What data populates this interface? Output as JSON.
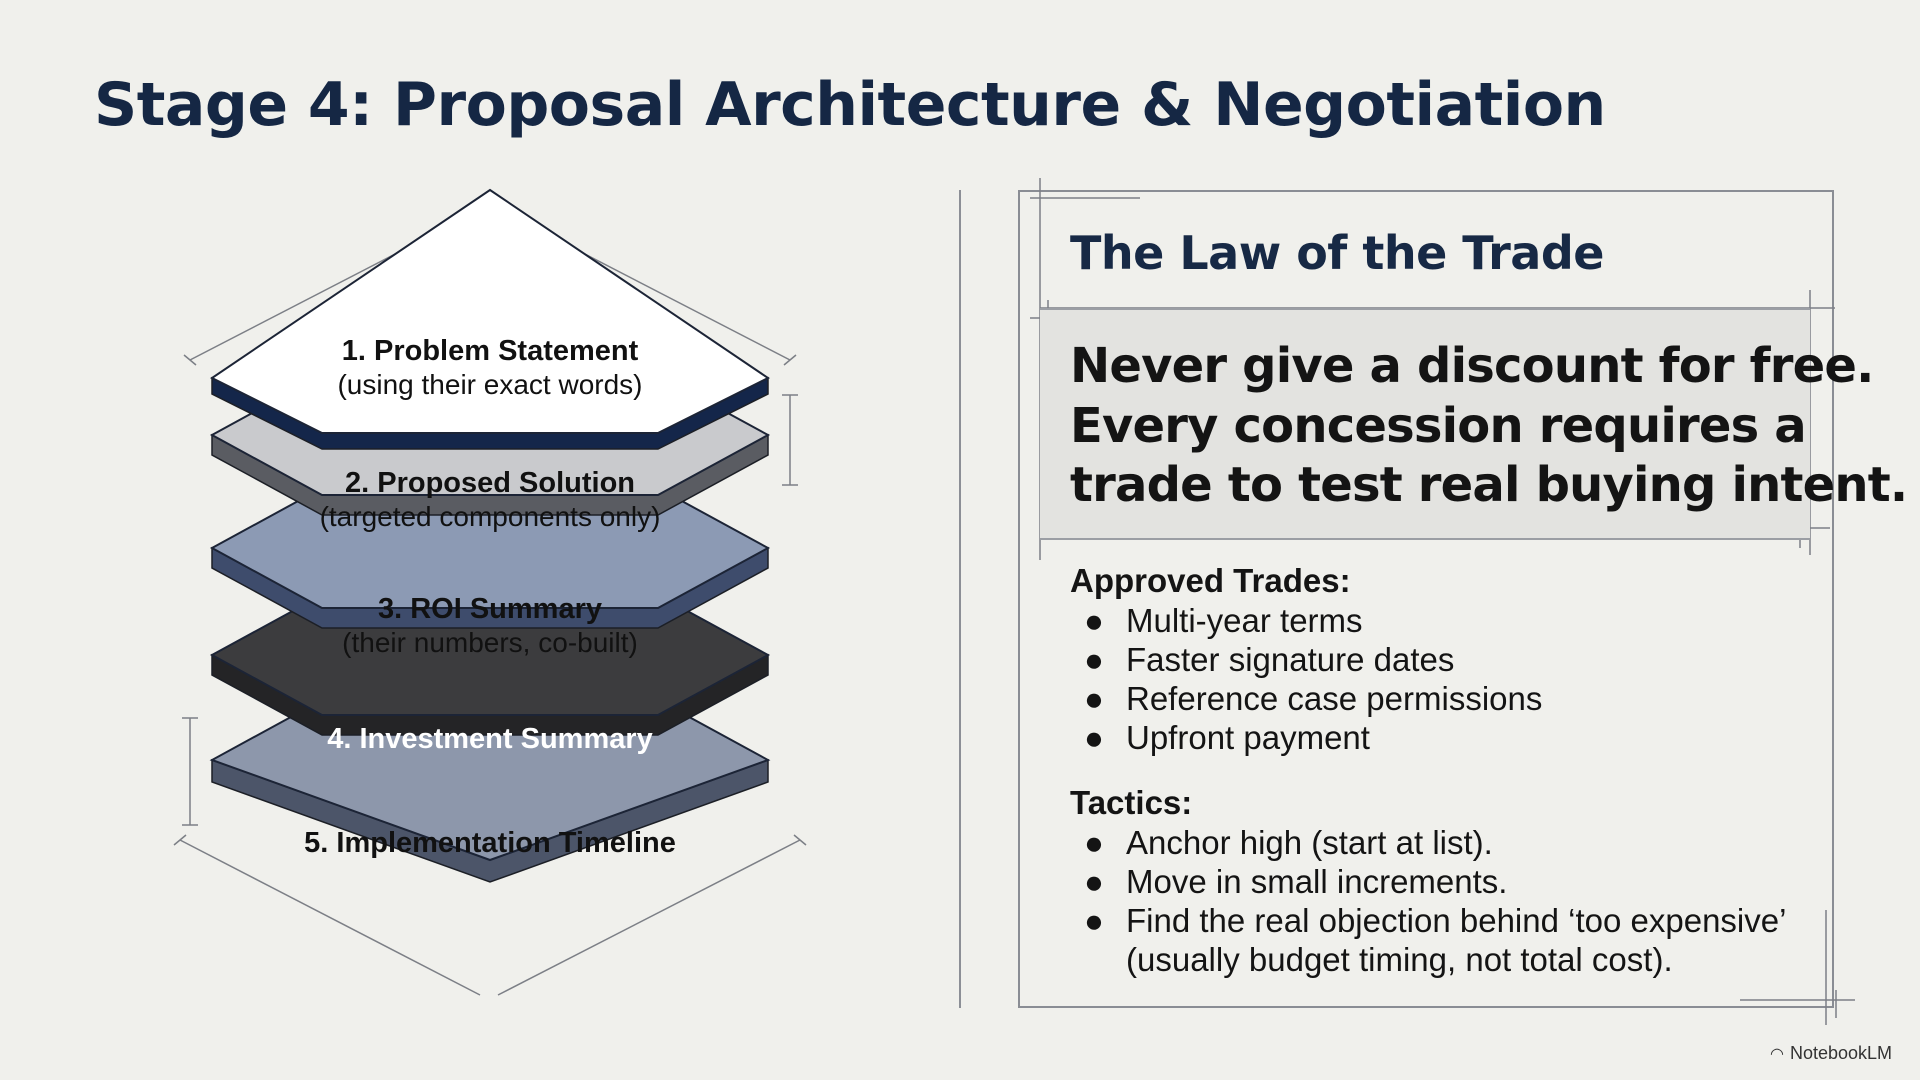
{
  "title": "Stage 4: Proposal Architecture & Negotiation",
  "layers": [
    {
      "title": "1. Problem Statement",
      "subtitle": "(using their exact words)",
      "fill": "#ffffff",
      "side": "#14264a",
      "text_color": "#111111"
    },
    {
      "title": "2. Proposed Solution",
      "subtitle": "(targeted components only)",
      "fill": "#c9cacd",
      "side": "#5a5c62",
      "text_color": "#111111"
    },
    {
      "title": "3. ROI Summary",
      "subtitle": "(their numbers, co-built)",
      "fill": "#8c9ab4",
      "side": "#3e4c6c",
      "text_color": "#111111"
    },
    {
      "title": "4. Investment Summary",
      "subtitle": "",
      "fill": "#3c3c3e",
      "side": "#242426",
      "text_color": "#ffffff"
    },
    {
      "title": "5. Implementation Timeline",
      "subtitle": "",
      "fill": "#8d97ab",
      "side": "#4c5569",
      "text_color": "#111111"
    }
  ],
  "card": {
    "title": "The Law of the Trade",
    "law": [
      "Never give a discount for free.",
      "Every concession requires a",
      "trade to test real buying intent."
    ],
    "approved_trades": {
      "heading": "Approved Trades:",
      "items": [
        "Multi-year terms",
        "Faster signature dates",
        "Reference case permissions",
        "Upfront payment"
      ]
    },
    "tactics": {
      "heading": "Tactics:",
      "items": [
        "Anchor high (start at list).",
        "Move in small increments.",
        "Find the real objection behind ‘too expensive’ (usually budget timing, not total cost)."
      ]
    }
  },
  "bullet_char": "●",
  "brand": "NotebookLM",
  "colors": {
    "title": "#152744",
    "background": "#f0f0ec",
    "card_border": "#8a8d94"
  }
}
